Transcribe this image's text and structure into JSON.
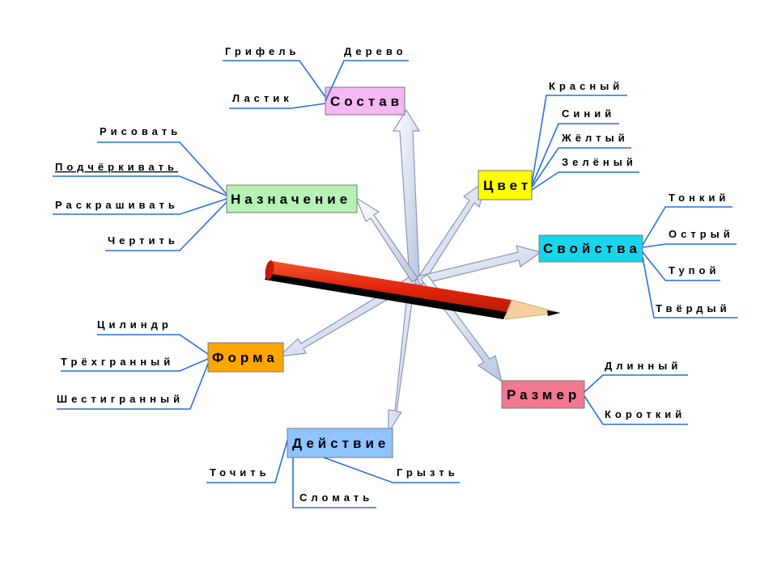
{
  "categories": {
    "sostav": {
      "label": "Состав",
      "color": "#f4b8f4"
    },
    "cvet": {
      "label": "Цвет",
      "color": "#ffff00"
    },
    "svoystva": {
      "label": "Свойства",
      "color": "#17d6ec"
    },
    "razmer": {
      "label": "Размер",
      "color": "#f0788f"
    },
    "deystvie": {
      "label": "Действие",
      "color": "#8fc4ff"
    },
    "forma": {
      "label": "Форма",
      "color": "#ffa600"
    },
    "naznachenie": {
      "label": "Назначение",
      "color": "#b6f2b6"
    }
  },
  "leaves": {
    "sostav": [
      "Грифель",
      "Дерево",
      "Ластик"
    ],
    "cvet": [
      "Красный",
      "Синий",
      "Жёлтый",
      "Зелёный"
    ],
    "svoystva": [
      "Тонкий",
      "Острый",
      "Тупой",
      "Твёрдый"
    ],
    "razmer": [
      "Длинный",
      "Короткий"
    ],
    "deystvie": [
      "Точить",
      "Грызть",
      "Сломать"
    ],
    "forma": [
      "Цилиндр",
      "Трёхгранный",
      "Шестигранный"
    ],
    "naznachenie": [
      "Рисовать",
      "Подчёркивать",
      "Раскрашивать",
      "Чертить"
    ]
  },
  "colors": {
    "link": "#2a6fdc",
    "pencil_body": "#e82a10",
    "pencil_shadow": "#000000",
    "pencil_wood": "#f6cf9e",
    "arrow_fill": "#dde4f2"
  },
  "icons": {
    "center": "pencil-icon"
  }
}
